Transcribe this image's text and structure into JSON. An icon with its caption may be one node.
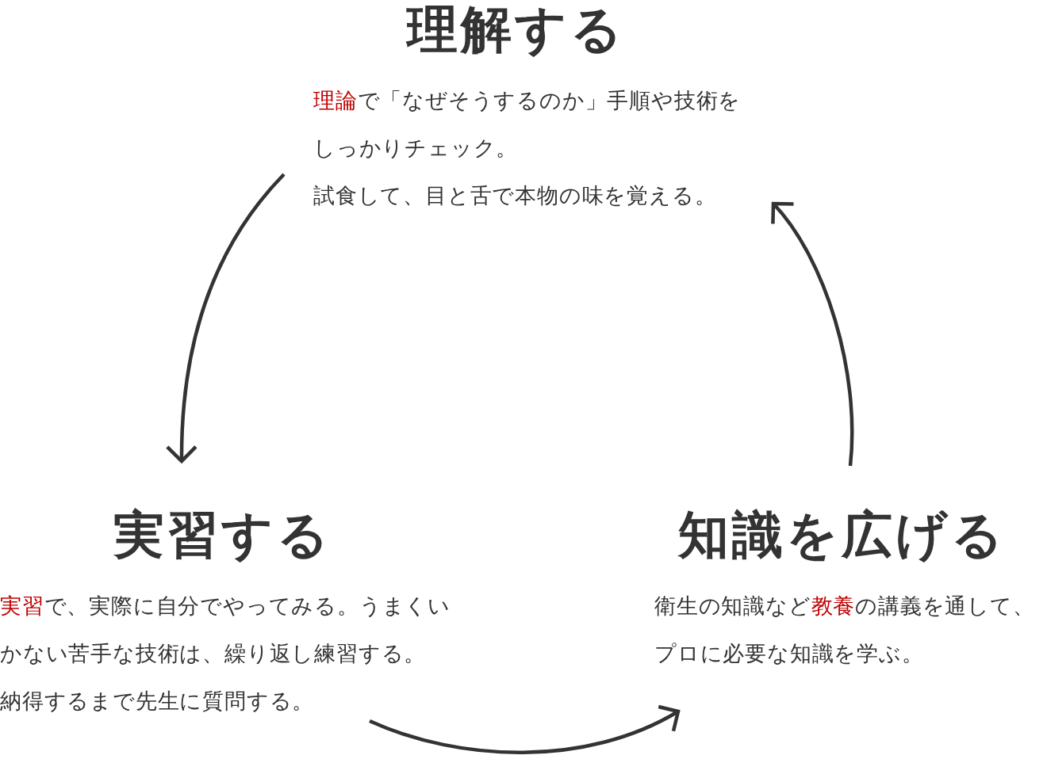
{
  "diagram": {
    "nodes": [
      {
        "text": [
          "理解する",
          "**理論**で「なぜそうするのか」手順や技術をしっかりチェック。",
          "試食して、目と舌で本物の味を覚える。"
        ]
      },
      {
        "text": [
          "実習する",
          "**実習**で、実際に自分でやってみる。うまくいかない苦手な技術は、繰り返し練習する。",
          "納得するまで先生に質問する。"
        ]
      },
      {
        "text": [
          "知識を広げる",
          "衛生の知識など**教養**の講義を通して、プロに必要な知識を学ぶ。"
        ]
      }
    ],
    "edges": [
      {
        "from": 0,
        "to": 1,
        "arrow": "to"
      },
      {
        "from": 1,
        "to": 2,
        "arrow": "to"
      },
      {
        "from": 2,
        "to": 0,
        "arrow": "to"
      }
    ]
  }
}
